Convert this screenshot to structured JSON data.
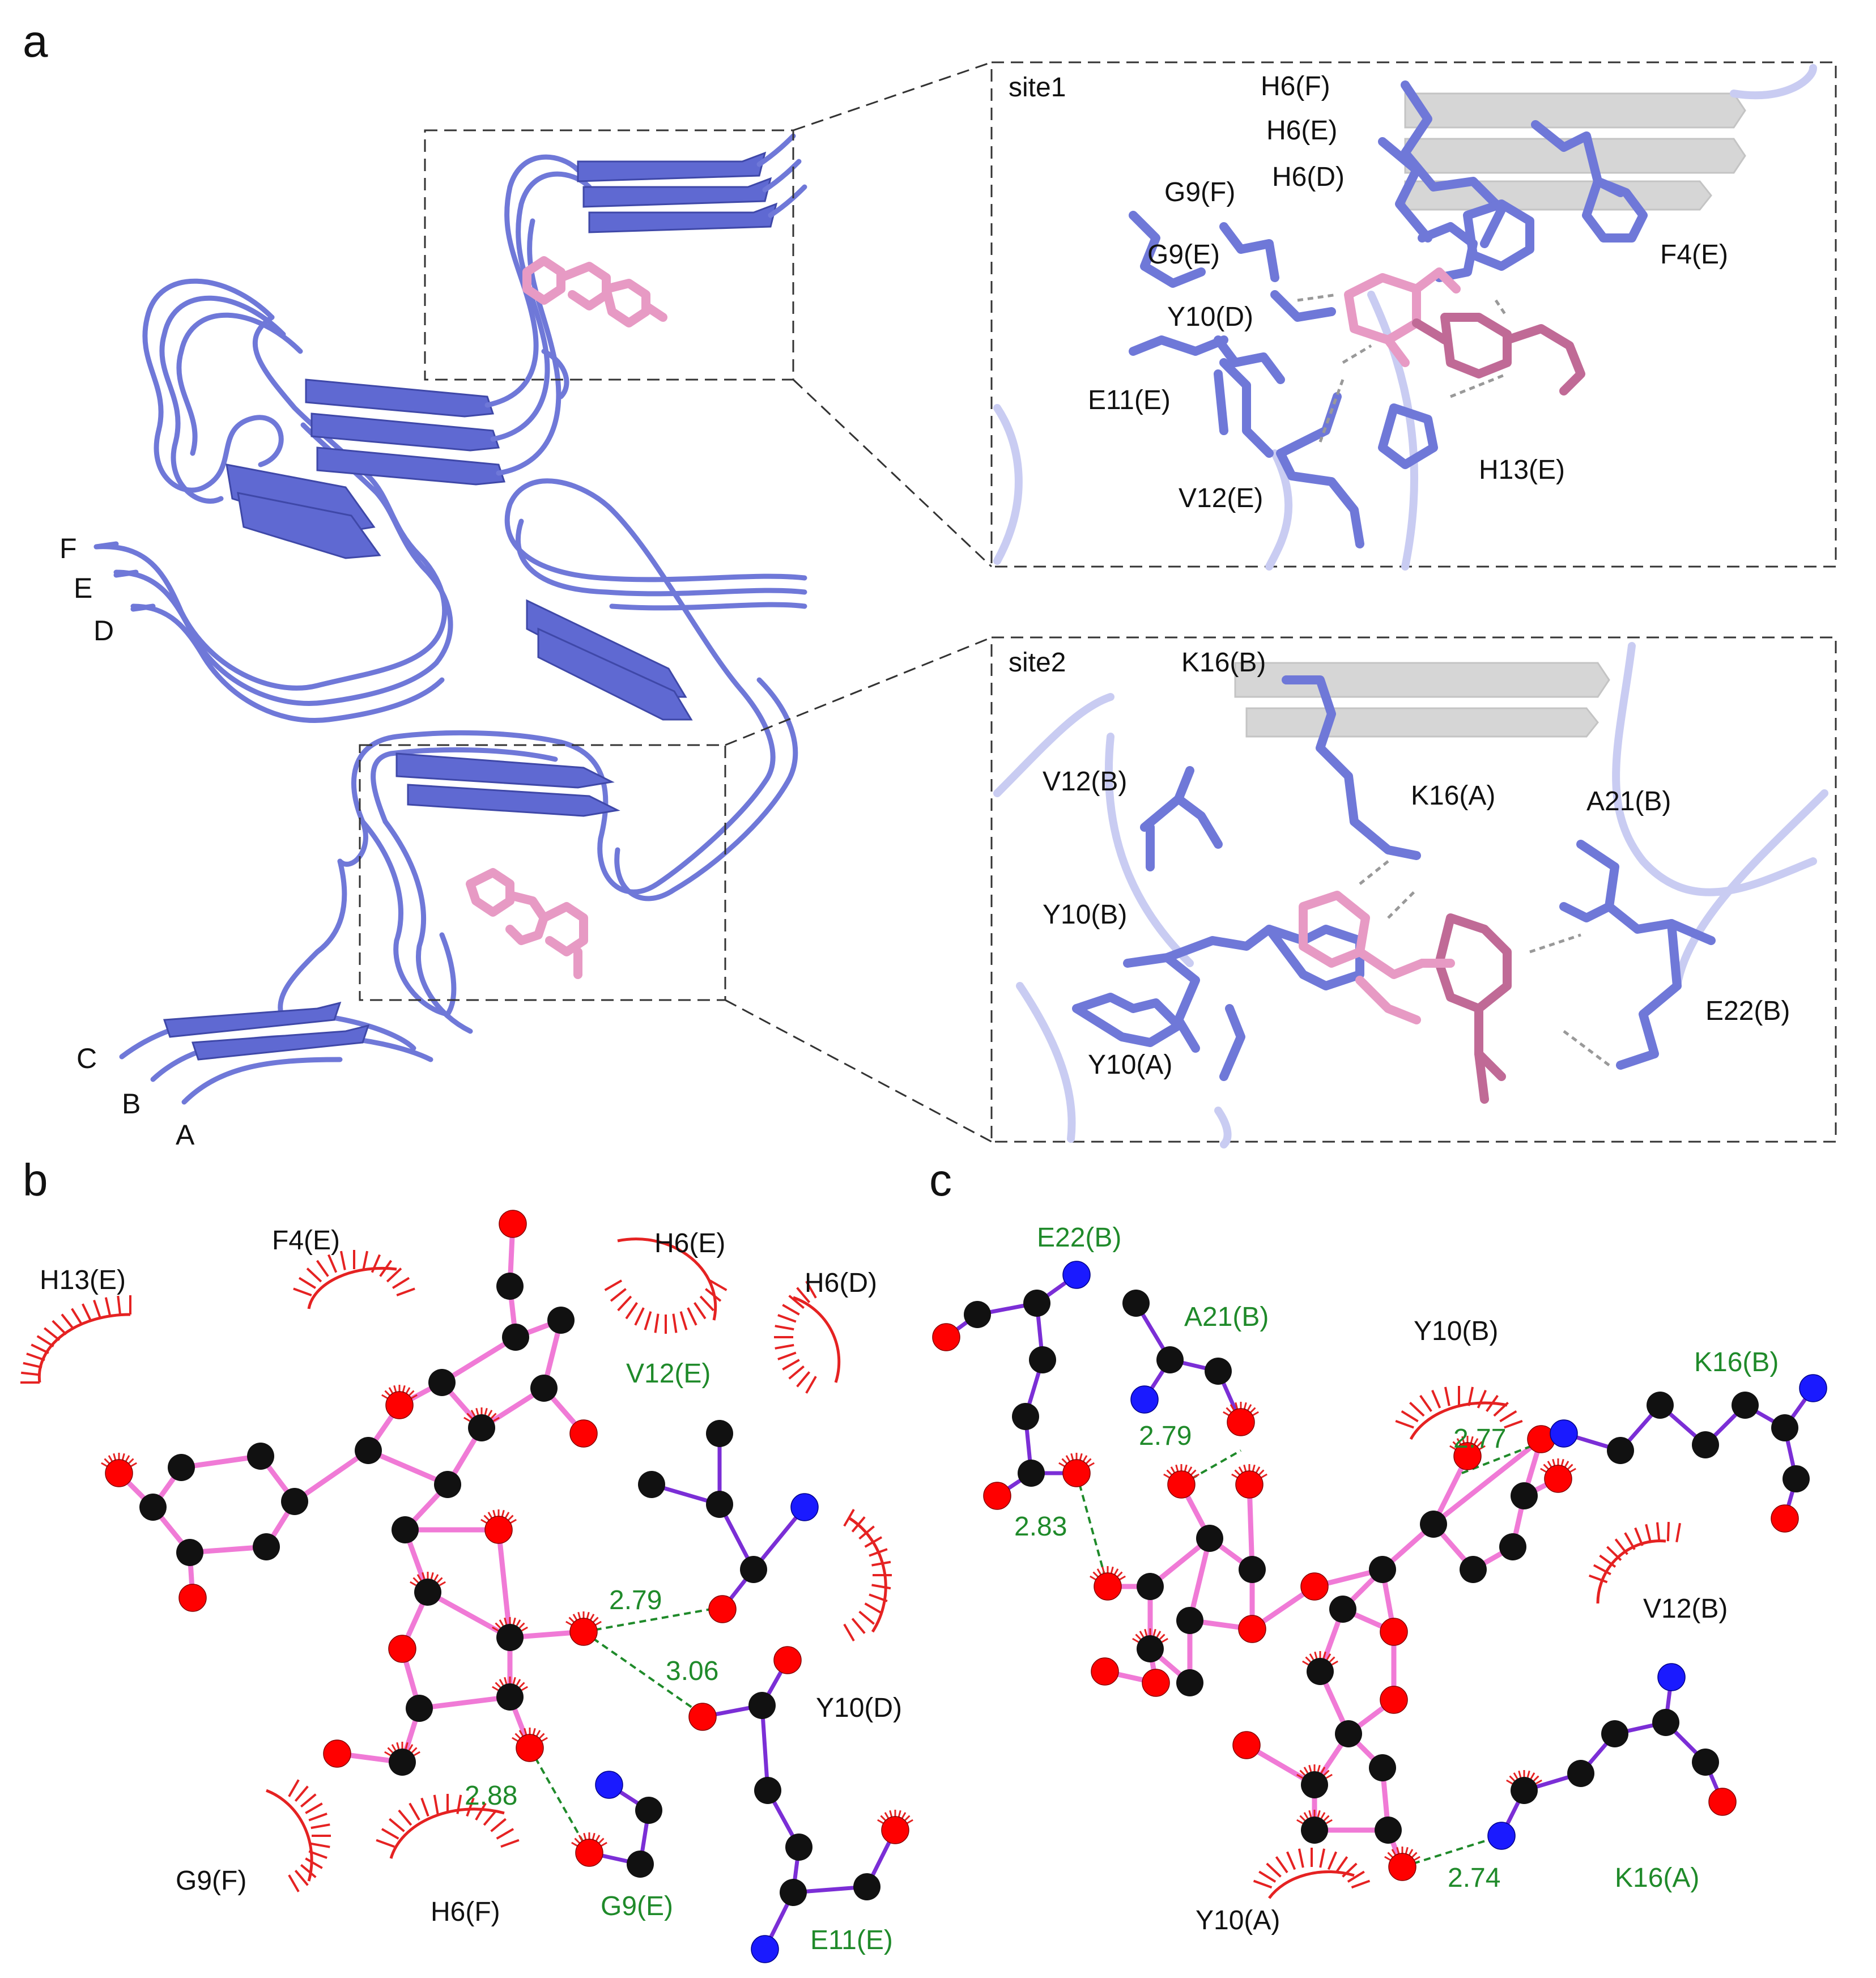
{
  "panels": {
    "a": "a",
    "b": "b",
    "c": "c"
  },
  "panel_a": {
    "chains_left": [
      "F",
      "E",
      "D"
    ],
    "chains_bottom": [
      "C",
      "B",
      "A"
    ],
    "site1": {
      "title": "site1",
      "residues": [
        "H6(F)",
        "H6(E)",
        "H6(D)",
        "G9(F)",
        "G9(E)",
        "Y10(D)",
        "E11(E)",
        "V12(E)",
        "H13(E)",
        "F4(E)"
      ]
    },
    "site2": {
      "title": "site2",
      "residues": [
        "K16(B)",
        "V12(B)",
        "K16(A)",
        "A21(B)",
        "Y10(B)",
        "Y10(A)",
        "E22(B)"
      ]
    },
    "colors": {
      "protein": "#6f78d8",
      "ligand": "#e79ac4"
    }
  },
  "panel_b": {
    "hydrophobic": [
      "H13(E)",
      "F4(E)",
      "H6(E)",
      "H6(D)",
      "G9(F)",
      "H6(F)",
      "Y10(D)"
    ],
    "hbond_residues": [
      "V12(E)",
      "G9(E)",
      "E11(E)"
    ],
    "distances": [
      "2.79",
      "3.06",
      "2.88"
    ]
  },
  "panel_c": {
    "hydrophobic": [
      "Y10(B)",
      "V12(B)",
      "Y10(A)"
    ],
    "hbond_residues": [
      "E22(B)",
      "A21(B)",
      "K16(B)",
      "K16(A)"
    ],
    "distances": [
      "2.79",
      "2.77",
      "2.83",
      "2.74"
    ]
  }
}
